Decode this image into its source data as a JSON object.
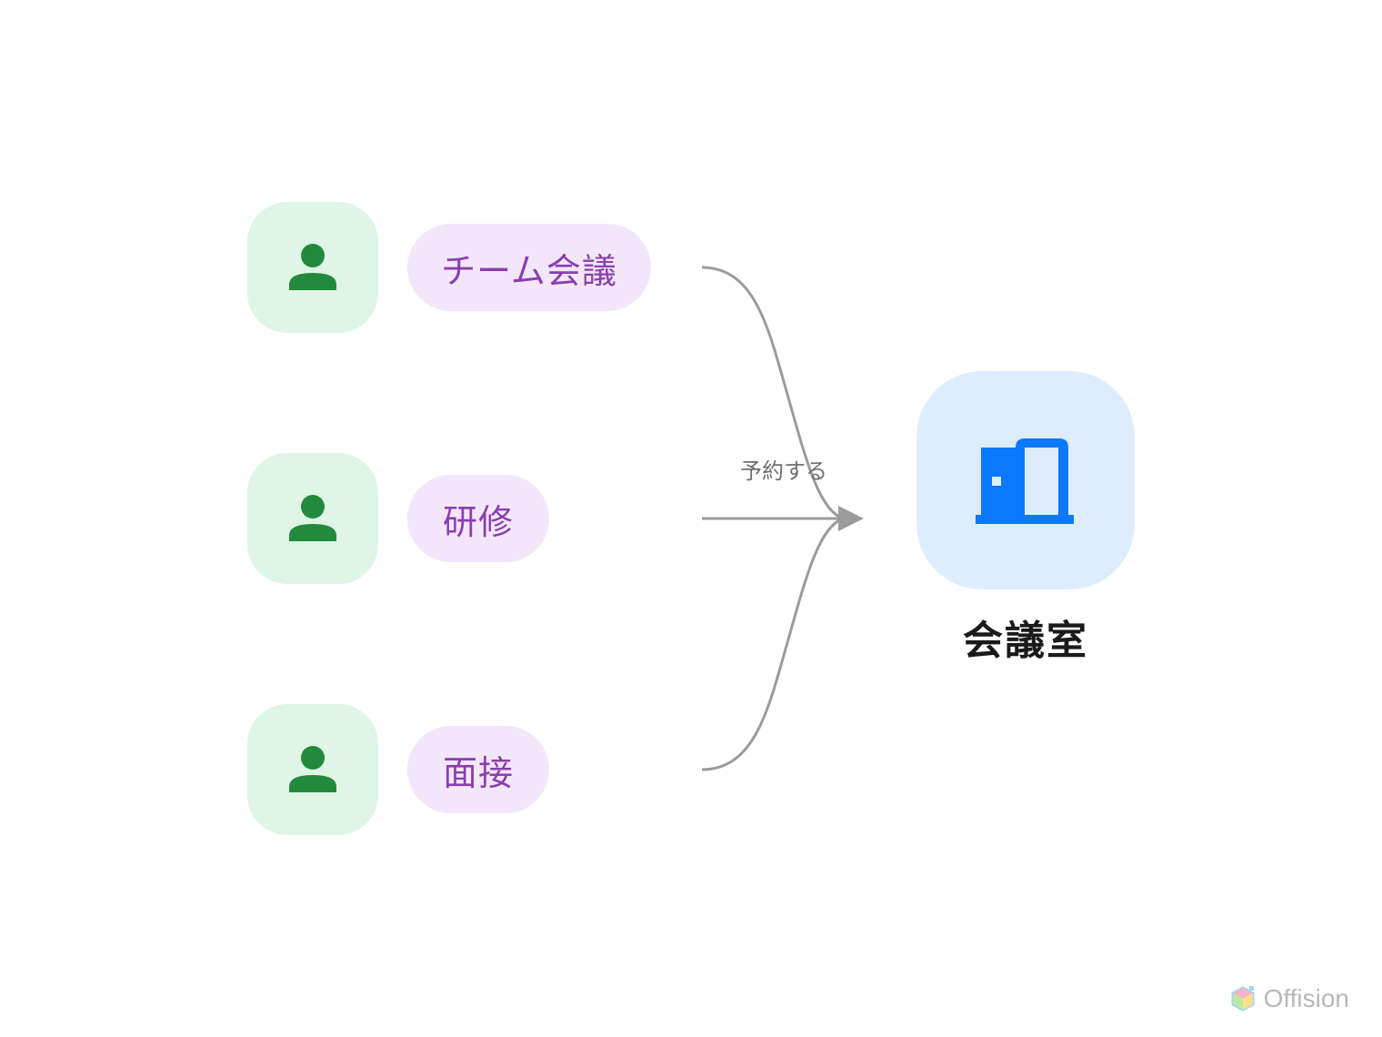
{
  "purposes": [
    {
      "label": "チーム会議",
      "icon": "person-icon"
    },
    {
      "label": "研修",
      "icon": "person-icon"
    },
    {
      "label": "面接",
      "icon": "person-icon"
    }
  ],
  "edge_label": "予約する",
  "target": {
    "label": "会議室",
    "icon": "door-icon"
  },
  "brand": {
    "name": "Offision",
    "icon": "offision-logo-icon"
  },
  "colors": {
    "avatar_bg": "#dff5e5",
    "avatar_icon": "#238a3d",
    "pill_bg": "#f4e6fa",
    "pill_text": "#8a3fae",
    "room_bg": "#deedfd",
    "room_icon": "#0a78ff",
    "connector": "#9b9b9b"
  }
}
